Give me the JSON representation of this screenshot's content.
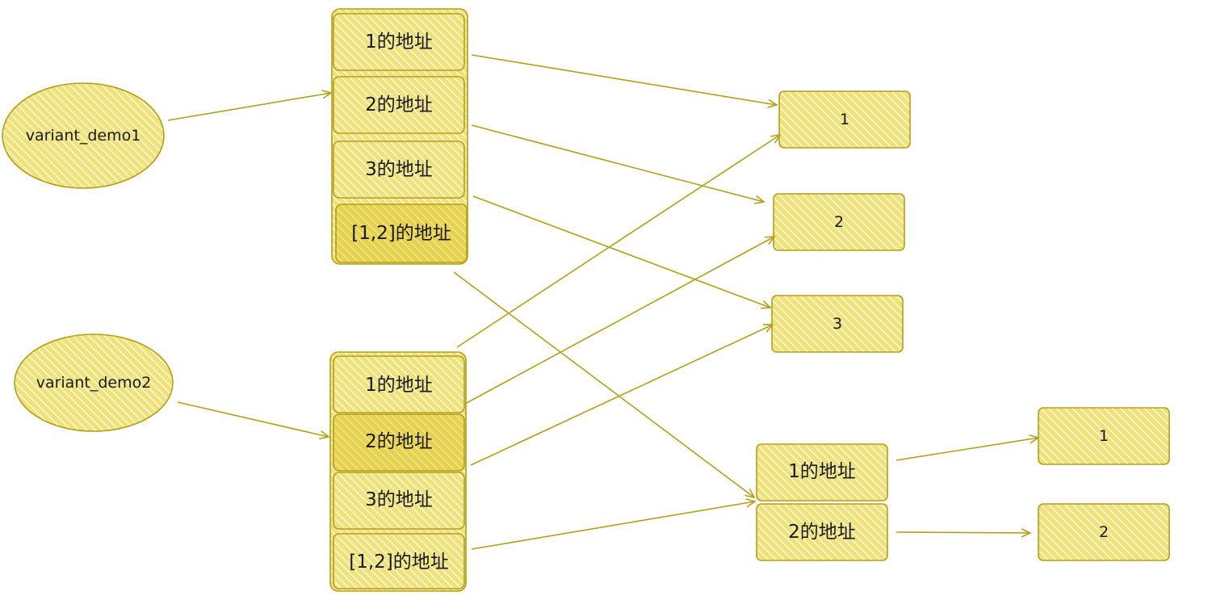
{
  "variables": {
    "demo1": "variant_demo1",
    "demo2": "variant_demo2"
  },
  "list1": {
    "slots": [
      "1的地址",
      "2的地址",
      "3的地址",
      "[1,2]的地址"
    ]
  },
  "list2": {
    "slots": [
      "1的地址",
      "2的地址",
      "3的地址",
      "[1,2]的地址"
    ]
  },
  "values": {
    "v1": "1",
    "v2": "2",
    "v3": "3"
  },
  "inner_list": {
    "slots": [
      "1的地址",
      "2的地址"
    ]
  },
  "inner_values": {
    "v1": "1",
    "v2": "2"
  },
  "colors": {
    "fill": "#efe27a",
    "fill_dark": "#e6d24f",
    "stroke": "#b59f1a",
    "hatch": "#ffffff"
  }
}
